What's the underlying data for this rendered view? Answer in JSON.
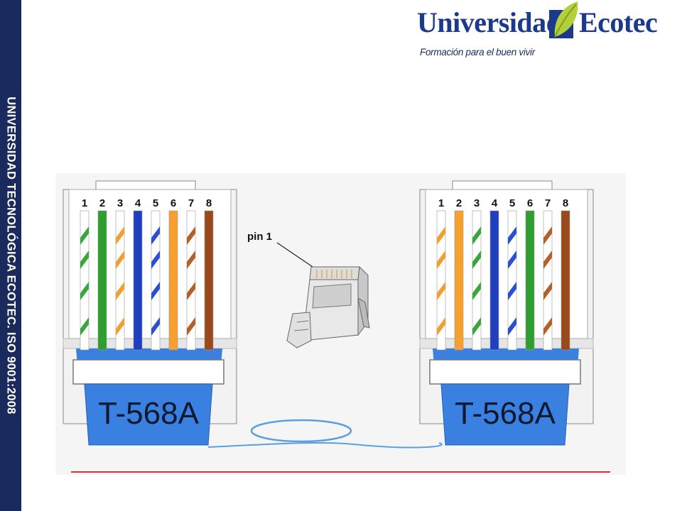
{
  "sidebar": {
    "text": "UNIVERSIDAD TECNOLÓGICA ECOTEC. ISO 9001:2008"
  },
  "logo": {
    "name_left": "Universidad",
    "name_right": "Ecotec",
    "tagline": "Formación para el buen vivir"
  },
  "diagram": {
    "pin_label": "pin 1",
    "left_connector": {
      "label": "T-568A",
      "pin_numbers": [
        "1",
        "2",
        "3",
        "4",
        "5",
        "6",
        "7",
        "8"
      ],
      "wires": [
        {
          "base": "#ffffff",
          "stripe": "#3aa53a"
        },
        {
          "base": "#2e9e2e",
          "stripe": null
        },
        {
          "base": "#ffffff",
          "stripe": "#f0a030"
        },
        {
          "base": "#1f3fbf",
          "stripe": null
        },
        {
          "base": "#ffffff",
          "stripe": "#2a4fd0"
        },
        {
          "base": "#f5a030",
          "stripe": null
        },
        {
          "base": "#ffffff",
          "stripe": "#b4602a"
        },
        {
          "base": "#9a4a1a",
          "stripe": null
        }
      ]
    },
    "right_connector": {
      "label": "T-568A",
      "pin_numbers": [
        "1",
        "2",
        "3",
        "4",
        "5",
        "6",
        "7",
        "8"
      ],
      "wires": [
        {
          "base": "#ffffff",
          "stripe": "#f0a030"
        },
        {
          "base": "#f5a030",
          "stripe": null
        },
        {
          "base": "#ffffff",
          "stripe": "#3aa53a"
        },
        {
          "base": "#1f3fbf",
          "stripe": null
        },
        {
          "base": "#ffffff",
          "stripe": "#2a4fd0"
        },
        {
          "base": "#2e9e2e",
          "stripe": null
        },
        {
          "base": "#ffffff",
          "stripe": "#b4602a"
        },
        {
          "base": "#9a4a1a",
          "stripe": null
        }
      ]
    },
    "colors": {
      "boot": "#3a80e0",
      "cable": "#5aa0e0",
      "bottom_line": "#e03030",
      "housing": "#f2f2f2"
    }
  }
}
